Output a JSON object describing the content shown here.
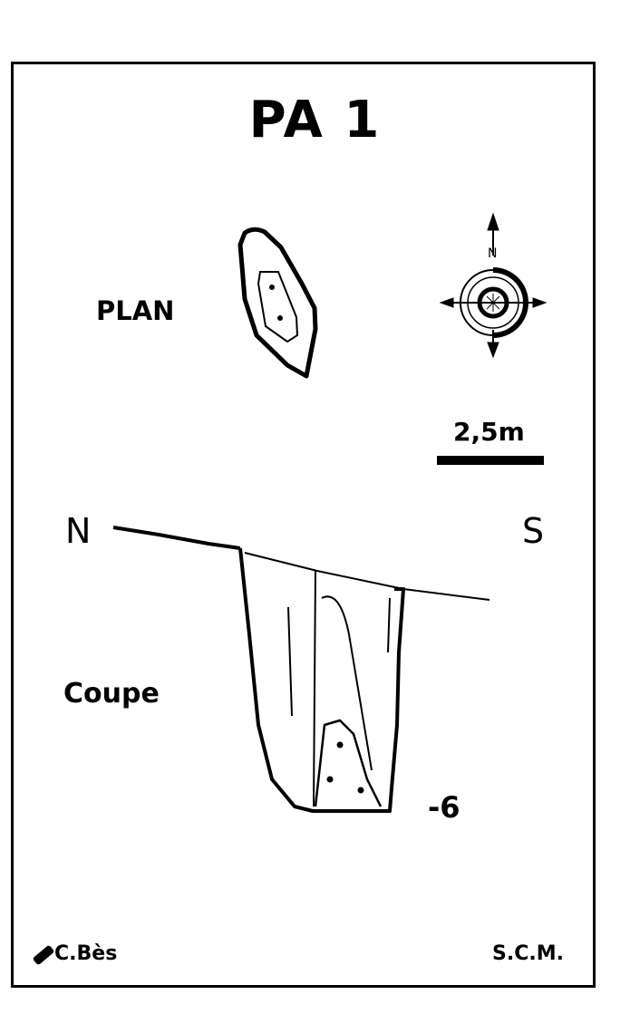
{
  "title": "PA 1",
  "plan_label": "PLAN",
  "compass": {
    "north_label": "N"
  },
  "scale_bar": {
    "label": "2,5m"
  },
  "section": {
    "label": "Coupe",
    "north_label": "N",
    "south_label": "S",
    "depth_label": "-6"
  },
  "footer": {
    "author": "C.Bès",
    "club": "S.C.M."
  },
  "colors": {
    "ink": "#000000",
    "paper": "#ffffff"
  }
}
